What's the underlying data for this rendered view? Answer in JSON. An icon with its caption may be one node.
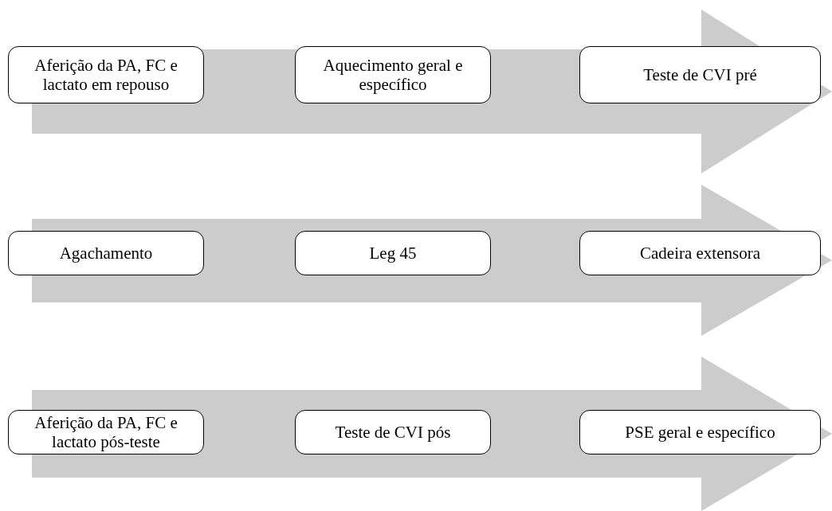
{
  "diagram": {
    "nodes": [
      {
        "text": [],
        "shape": "arrow"
      },
      {
        "text": [
          "Aferição da PA, FC e lactato em repouso"
        ],
        "in": 0
      },
      {
        "text": [
          "Aquecimento geral e específico"
        ],
        "in": 0
      },
      {
        "text": [
          "Teste de CVI pré"
        ],
        "in": 0
      },
      {
        "text": [],
        "shape": "arrow"
      },
      {
        "text": [
          "Agachamento"
        ],
        "in": 4
      },
      {
        "text": [
          "Leg 45"
        ],
        "in": 4
      },
      {
        "text": [
          "Cadeira extensora"
        ],
        "in": 4
      },
      {
        "text": [],
        "shape": "arrow"
      },
      {
        "text": [
          "Aferição da PA, FC e lactato pós-teste"
        ],
        "in": 8
      },
      {
        "text": [
          "Teste de CVI pós"
        ],
        "in": 8
      },
      {
        "text": [
          "PSE geral e específico"
        ],
        "in": 8
      }
    ]
  }
}
